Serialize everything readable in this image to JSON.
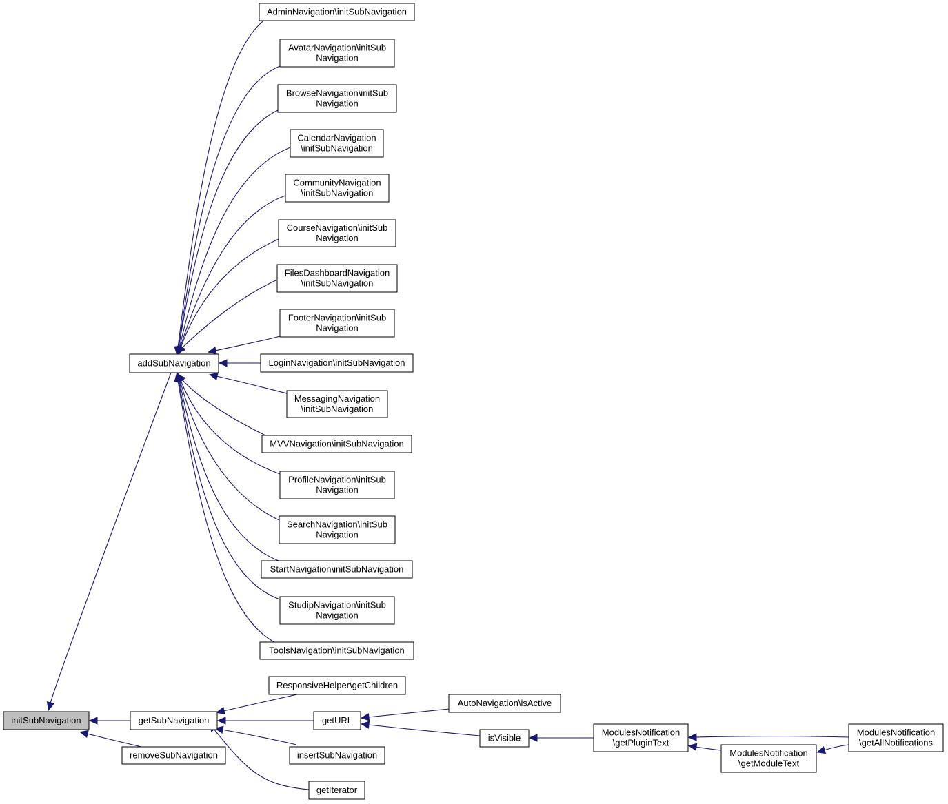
{
  "graph": {
    "nodes": [
      {
        "id": "initSubNavigation",
        "lines": [
          "initSubNavigation"
        ],
        "root": true
      },
      {
        "id": "addSubNavigation",
        "lines": [
          "addSubNavigation"
        ]
      },
      {
        "id": "getSubNavigation",
        "lines": [
          "getSubNavigation"
        ]
      },
      {
        "id": "removeSubNavigation",
        "lines": [
          "removeSubNavigation"
        ]
      },
      {
        "id": "admin",
        "lines": [
          "AdminNavigation\\initSubNavigation"
        ]
      },
      {
        "id": "avatar",
        "lines": [
          "AvatarNavigation\\initSub",
          "Navigation"
        ]
      },
      {
        "id": "browse",
        "lines": [
          "BrowseNavigation\\initSub",
          "Navigation"
        ]
      },
      {
        "id": "calendar",
        "lines": [
          "CalendarNavigation",
          "\\initSubNavigation"
        ]
      },
      {
        "id": "community",
        "lines": [
          "CommunityNavigation",
          "\\initSubNavigation"
        ]
      },
      {
        "id": "course",
        "lines": [
          "CourseNavigation\\initSub",
          "Navigation"
        ]
      },
      {
        "id": "files",
        "lines": [
          "FilesDashboardNavigation",
          "\\initSubNavigation"
        ]
      },
      {
        "id": "footer",
        "lines": [
          "FooterNavigation\\initSub",
          "Navigation"
        ]
      },
      {
        "id": "login",
        "lines": [
          "LoginNavigation\\initSubNavigation"
        ]
      },
      {
        "id": "messaging",
        "lines": [
          "MessagingNavigation",
          "\\initSubNavigation"
        ]
      },
      {
        "id": "mvv",
        "lines": [
          "MVVNavigation\\initSubNavigation"
        ]
      },
      {
        "id": "profile",
        "lines": [
          "ProfileNavigation\\initSub",
          "Navigation"
        ]
      },
      {
        "id": "search",
        "lines": [
          "SearchNavigation\\initSub",
          "Navigation"
        ]
      },
      {
        "id": "start",
        "lines": [
          "StartNavigation\\initSubNavigation"
        ]
      },
      {
        "id": "studip",
        "lines": [
          "StudipNavigation\\initSub",
          "Navigation"
        ]
      },
      {
        "id": "tools",
        "lines": [
          "ToolsNavigation\\initSubNavigation"
        ]
      },
      {
        "id": "responsive",
        "lines": [
          "ResponsiveHelper\\getChildren"
        ]
      },
      {
        "id": "getURL",
        "lines": [
          "getURL"
        ]
      },
      {
        "id": "insertSubNavigation",
        "lines": [
          "insertSubNavigation"
        ]
      },
      {
        "id": "getIterator",
        "lines": [
          "getIterator"
        ]
      },
      {
        "id": "autoIsActive",
        "lines": [
          "AutoNavigation\\isActive"
        ]
      },
      {
        "id": "isVisible",
        "lines": [
          "isVisible"
        ]
      },
      {
        "id": "getPluginText",
        "lines": [
          "ModulesNotification",
          "\\getPluginText"
        ]
      },
      {
        "id": "getModuleText",
        "lines": [
          "ModulesNotification",
          "\\getModuleText"
        ]
      },
      {
        "id": "getAllNotifications",
        "lines": [
          "ModulesNotification",
          "\\getAllNotifications"
        ]
      }
    ],
    "edges": [
      {
        "from": "addSubNavigation",
        "to": "initSubNavigation"
      },
      {
        "from": "getSubNavigation",
        "to": "initSubNavigation"
      },
      {
        "from": "removeSubNavigation",
        "to": "initSubNavigation"
      },
      {
        "from": "admin",
        "to": "addSubNavigation"
      },
      {
        "from": "avatar",
        "to": "addSubNavigation"
      },
      {
        "from": "browse",
        "to": "addSubNavigation"
      },
      {
        "from": "calendar",
        "to": "addSubNavigation"
      },
      {
        "from": "community",
        "to": "addSubNavigation"
      },
      {
        "from": "course",
        "to": "addSubNavigation"
      },
      {
        "from": "files",
        "to": "addSubNavigation"
      },
      {
        "from": "footer",
        "to": "addSubNavigation"
      },
      {
        "from": "login",
        "to": "addSubNavigation"
      },
      {
        "from": "messaging",
        "to": "addSubNavigation"
      },
      {
        "from": "mvv",
        "to": "addSubNavigation"
      },
      {
        "from": "profile",
        "to": "addSubNavigation"
      },
      {
        "from": "search",
        "to": "addSubNavigation"
      },
      {
        "from": "start",
        "to": "addSubNavigation"
      },
      {
        "from": "studip",
        "to": "addSubNavigation"
      },
      {
        "from": "tools",
        "to": "addSubNavigation"
      },
      {
        "from": "responsive",
        "to": "getSubNavigation"
      },
      {
        "from": "getURL",
        "to": "getSubNavigation"
      },
      {
        "from": "insertSubNavigation",
        "to": "getSubNavigation"
      },
      {
        "from": "getIterator",
        "to": "getSubNavigation"
      },
      {
        "from": "autoIsActive",
        "to": "getURL"
      },
      {
        "from": "isVisible",
        "to": "getURL"
      },
      {
        "from": "getPluginText",
        "to": "isVisible"
      },
      {
        "from": "getModuleText",
        "to": "getPluginText"
      },
      {
        "from": "getAllNotifications",
        "to": "getPluginText"
      },
      {
        "from": "getAllNotifications",
        "to": "getModuleText"
      }
    ]
  }
}
